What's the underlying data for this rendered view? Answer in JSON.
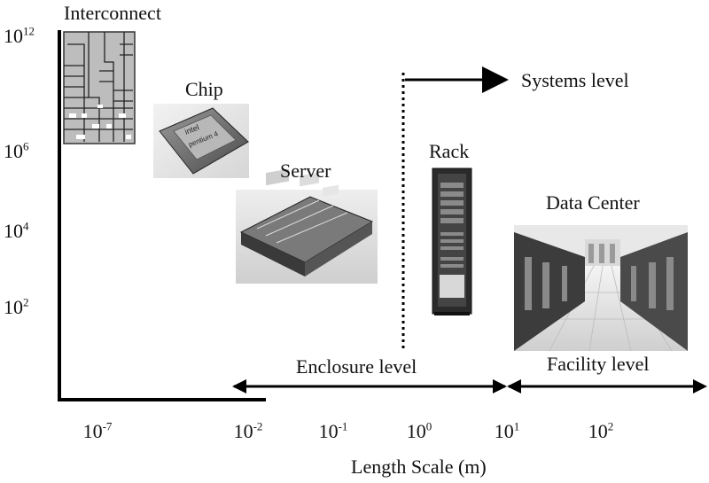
{
  "figure": {
    "y_axis_ticks": [
      {
        "base": "10",
        "exp": "12"
      },
      {
        "base": "10",
        "exp": "6"
      },
      {
        "base": "10",
        "exp": "4"
      },
      {
        "base": "10",
        "exp": "2"
      }
    ],
    "x_axis_ticks": [
      {
        "base": "10",
        "exp": "-7"
      },
      {
        "base": "10",
        "exp": "-2"
      },
      {
        "base": "10",
        "exp": "-1"
      },
      {
        "base": "10",
        "exp": "0"
      },
      {
        "base": "10",
        "exp": "1"
      },
      {
        "base": "10",
        "exp": "2"
      }
    ],
    "x_axis_label": {
      "text": "Length Scale",
      "unit": "(m)"
    },
    "items": {
      "interconnect": "Interconnect",
      "chip": "Chip",
      "chip_marking_1": "intel",
      "chip_marking_2": "pentium 4",
      "server": "Server",
      "rack": "Rack",
      "data_center": "Data Center"
    },
    "levels": {
      "systems": "Systems level",
      "enclosure": "Enclosure level",
      "facility": "Facility level"
    }
  }
}
